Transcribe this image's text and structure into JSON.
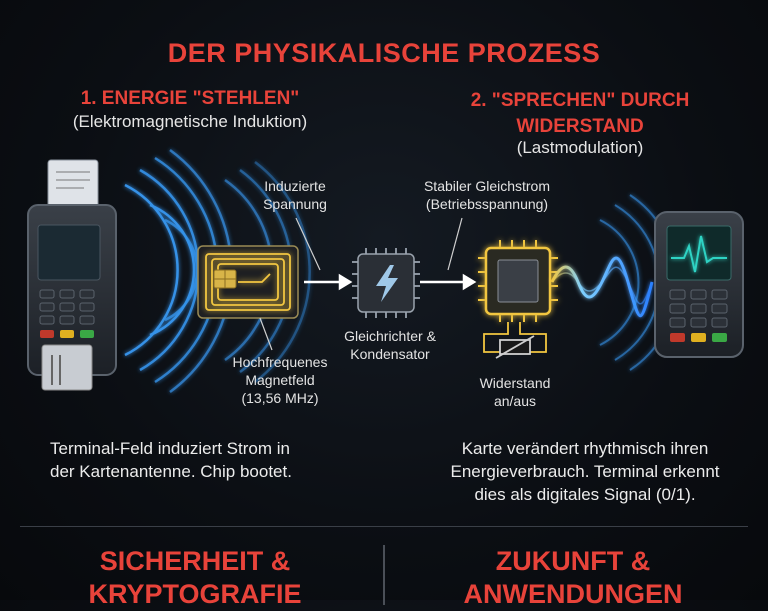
{
  "title": "DER PHYSIKALISCHE PROZESS",
  "section1": {
    "title": "1. ENERGIE \"STEHLEN\"",
    "subtitle": "(Elektromagnetische Induktion)",
    "label_induced": [
      "Induzierte",
      "Spannung"
    ],
    "label_field": [
      "Hochfrequenes",
      "Magnetfeld",
      "(13,56 MHz)"
    ],
    "description": [
      "Terminal-Feld induziert Strom in",
      "der Kartenantenne. Chip bootet."
    ]
  },
  "middle": {
    "label_dc": [
      "Stabiler Gleichstrom",
      "(Betriebsspannung)"
    ],
    "label_rectifier": [
      "Gleichrichter &",
      "Kondensator"
    ]
  },
  "section2": {
    "title_lines": [
      "2. \"SPRECHEN\" DURCH",
      "WIDERSTAND"
    ],
    "subtitle": "(Lastmodulation)",
    "label_resistor": [
      "Widerstand",
      "an/aus"
    ],
    "description": [
      "Karte verändert rhythmisch ihren",
      "Energieverbrauch. Terminal erkennt",
      "dies als digitales Signal (0/1)."
    ]
  },
  "bottom": {
    "left_title": [
      "SICHERHEIT &",
      "KRYPTOGRAFIE"
    ],
    "right_title": [
      "ZUKUNFT &",
      "ANWENDUNGEN"
    ]
  },
  "colors": {
    "accent_red": "#e8433a",
    "wave_blue": "#3aa0ff",
    "chip_gold": "#f2c640",
    "screen_cyan": "#2fd3c4"
  }
}
